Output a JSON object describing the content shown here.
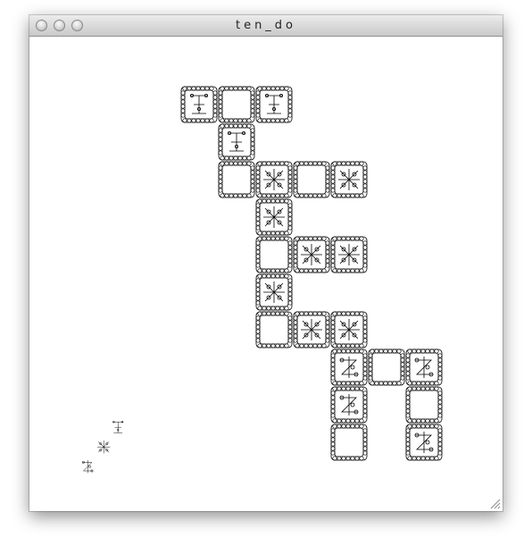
{
  "window": {
    "title": "ten_do",
    "controls": [
      "close-button",
      "minimize-button",
      "zoom-button"
    ]
  },
  "canvas": {
    "description_free": true
  }
}
